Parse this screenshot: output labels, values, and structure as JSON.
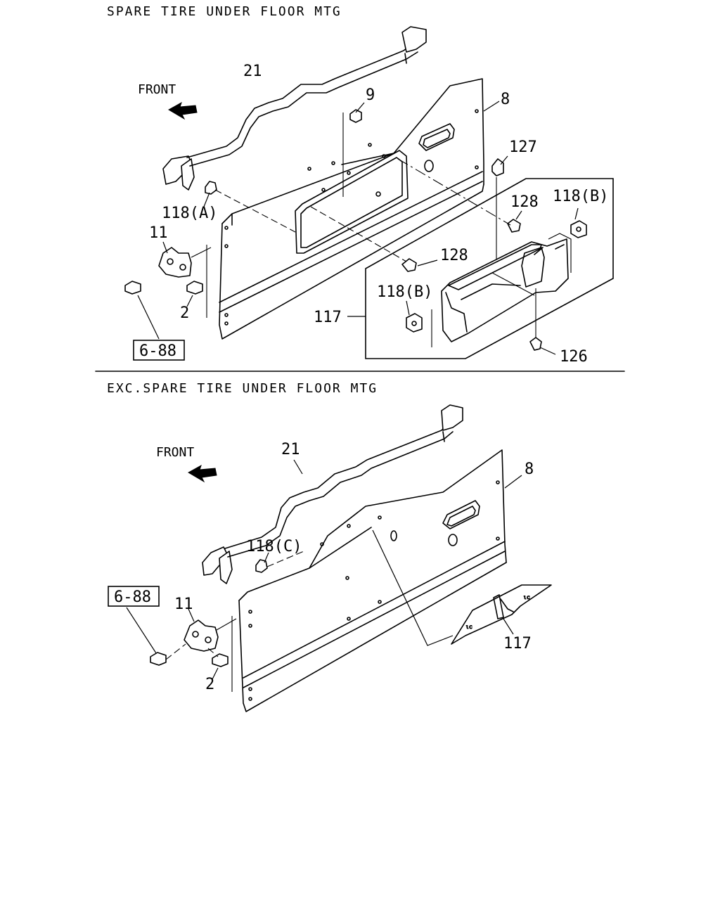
{
  "section_top": {
    "title": "SPARE TIRE UNDER FLOOR MTG",
    "front_label": "FRONT",
    "callouts": {
      "p21": "21",
      "p9": "9",
      "p8": "8",
      "p127": "127",
      "p118a": "118(A)",
      "p128a": "128",
      "p118b_right": "118(B)",
      "p11": "11",
      "p128b": "128",
      "p2": "2",
      "p118b_left": "118(B)",
      "p117": "117",
      "p126": "126",
      "ref": "6-88"
    }
  },
  "section_bottom": {
    "title": "EXC.SPARE TIRE UNDER FLOOR MTG",
    "front_label": "FRONT",
    "callouts": {
      "p21": "21",
      "p8": "8",
      "p118c": "118(C)",
      "ref": "6-88",
      "p11": "11",
      "p117": "117",
      "p2": "2"
    }
  }
}
